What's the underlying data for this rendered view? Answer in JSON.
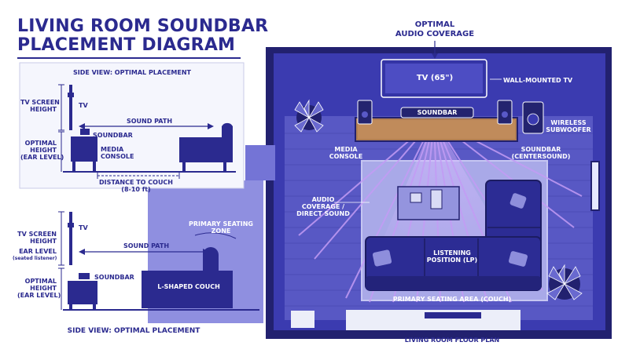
{
  "title": {
    "line1": "LIVING ROOM SOUNDBAR",
    "line2": "PLACEMENT DIAGRAM"
  },
  "top_callout": {
    "line1": "OPTIMAL",
    "line2": "AUDIO COVERAGE"
  },
  "floor_plan": {
    "caption": "LIVING ROOM FLOOR PLAN",
    "tv_label": "TV (65\")",
    "wall_tv": "WALL-MOUNTED TV",
    "soundbar": "SOUNDBAR",
    "console": {
      "line1": "MEDIA",
      "line2": "CONSOLE"
    },
    "subwoofer": {
      "line1": "WIRELESS",
      "line2": "SUBWOOFER"
    },
    "soundbar_center": {
      "line1": "SOUNDBAR",
      "line2": "(CENTERSOUND)"
    },
    "coverage": {
      "line1": "AUDIO",
      "line2": "COVERAGE /",
      "line3": "DIRECT SOUND"
    },
    "listening": {
      "line1": "LISTENING",
      "line2": "POSITION (LP)"
    },
    "seating_area": "PRIMARY SEATING AREA (COUCH)",
    "seating_zone": {
      "line1": "PRIMARY SEATING",
      "line2": "ZONE"
    }
  },
  "side_view_top": {
    "title": "SIDE VIEW: OPTIMAL PLACEMENT",
    "tv_height": {
      "line1": "TV SCREEN",
      "line2": "HEIGHT"
    },
    "tv": "TV",
    "sound_path": "SOUND PATH",
    "optimal_height": {
      "line1": "OPTIMAL",
      "line2": "HEIGHT",
      "line3": "(EAR LEVEL)"
    },
    "soundbar": "SOUNDBAR",
    "console": {
      "line1": "MEDIA",
      "line2": "CONSOLE"
    },
    "distance": {
      "line1": "DISTANCE TO COUCH",
      "line2": "(8-10 ft)"
    }
  },
  "side_view_bottom": {
    "title": "SIDE VIEW: OPTIMAL PLACEMENT",
    "tv_height": {
      "line1": "TV SCREEN",
      "line2": "HEIGHT"
    },
    "tv": "TV",
    "ear_level": {
      "line1": "EAR LEVEL",
      "line2": "(seated listener)"
    },
    "sound_path": "SOUND PATH",
    "optimal_height": {
      "line1": "OPTIMAL",
      "line2": "HEIGHT",
      "line3": "(EAR LEVEL)"
    },
    "soundbar": "SOUNDBAR",
    "couch": "L-SHAPED COUCH"
  },
  "colors": {
    "navy": "#2b2a8f",
    "dark": "#22216f",
    "room": "#3f3fb3",
    "floor": "#5e5ec9",
    "rug": "#a8a8e6",
    "beam": "#c39cf5",
    "wood": "#b07e52",
    "panel": "#eef0fb"
  }
}
